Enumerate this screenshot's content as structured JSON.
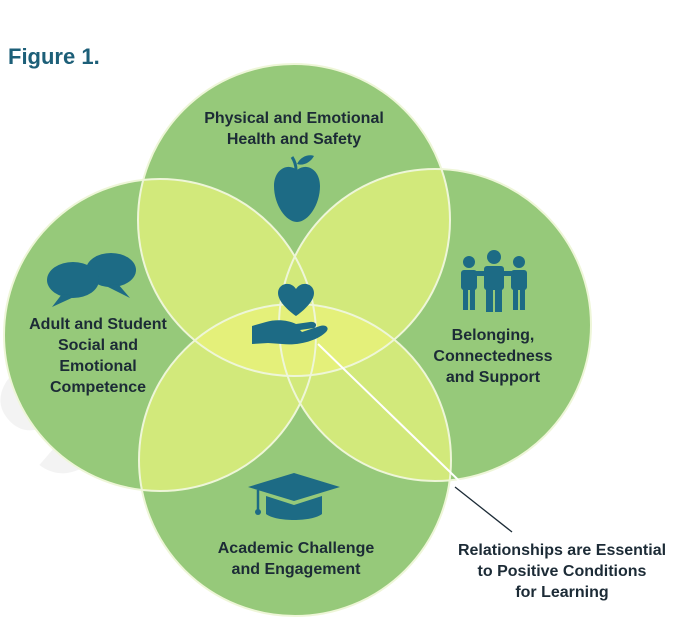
{
  "figure_label": "Figure 1.",
  "watermark": "SEED",
  "circles": {
    "top": "Physical and Emotional\nHealth and Safety",
    "left": "Adult and Student\nSocial and\nEmotional\nCompetence",
    "right": "Belonging,\nConnectedness\nand Support",
    "bottom": "Academic Challenge\nand Engagement"
  },
  "callout": "Relationships are Essential\nto Positive Conditions\nfor Learning",
  "icons": {
    "top": "apple-icon",
    "left": "speech-bubbles-icon",
    "right": "people-group-icon",
    "bottom": "graduation-cap-icon",
    "center": "heart-in-hand-icon"
  },
  "colors": {
    "circle_fill": "#96c97a",
    "overlap_fill": "#d2e97b",
    "center_fill": "#e4f07a",
    "icon": "#1d6b85",
    "title": "#1d5f78"
  }
}
